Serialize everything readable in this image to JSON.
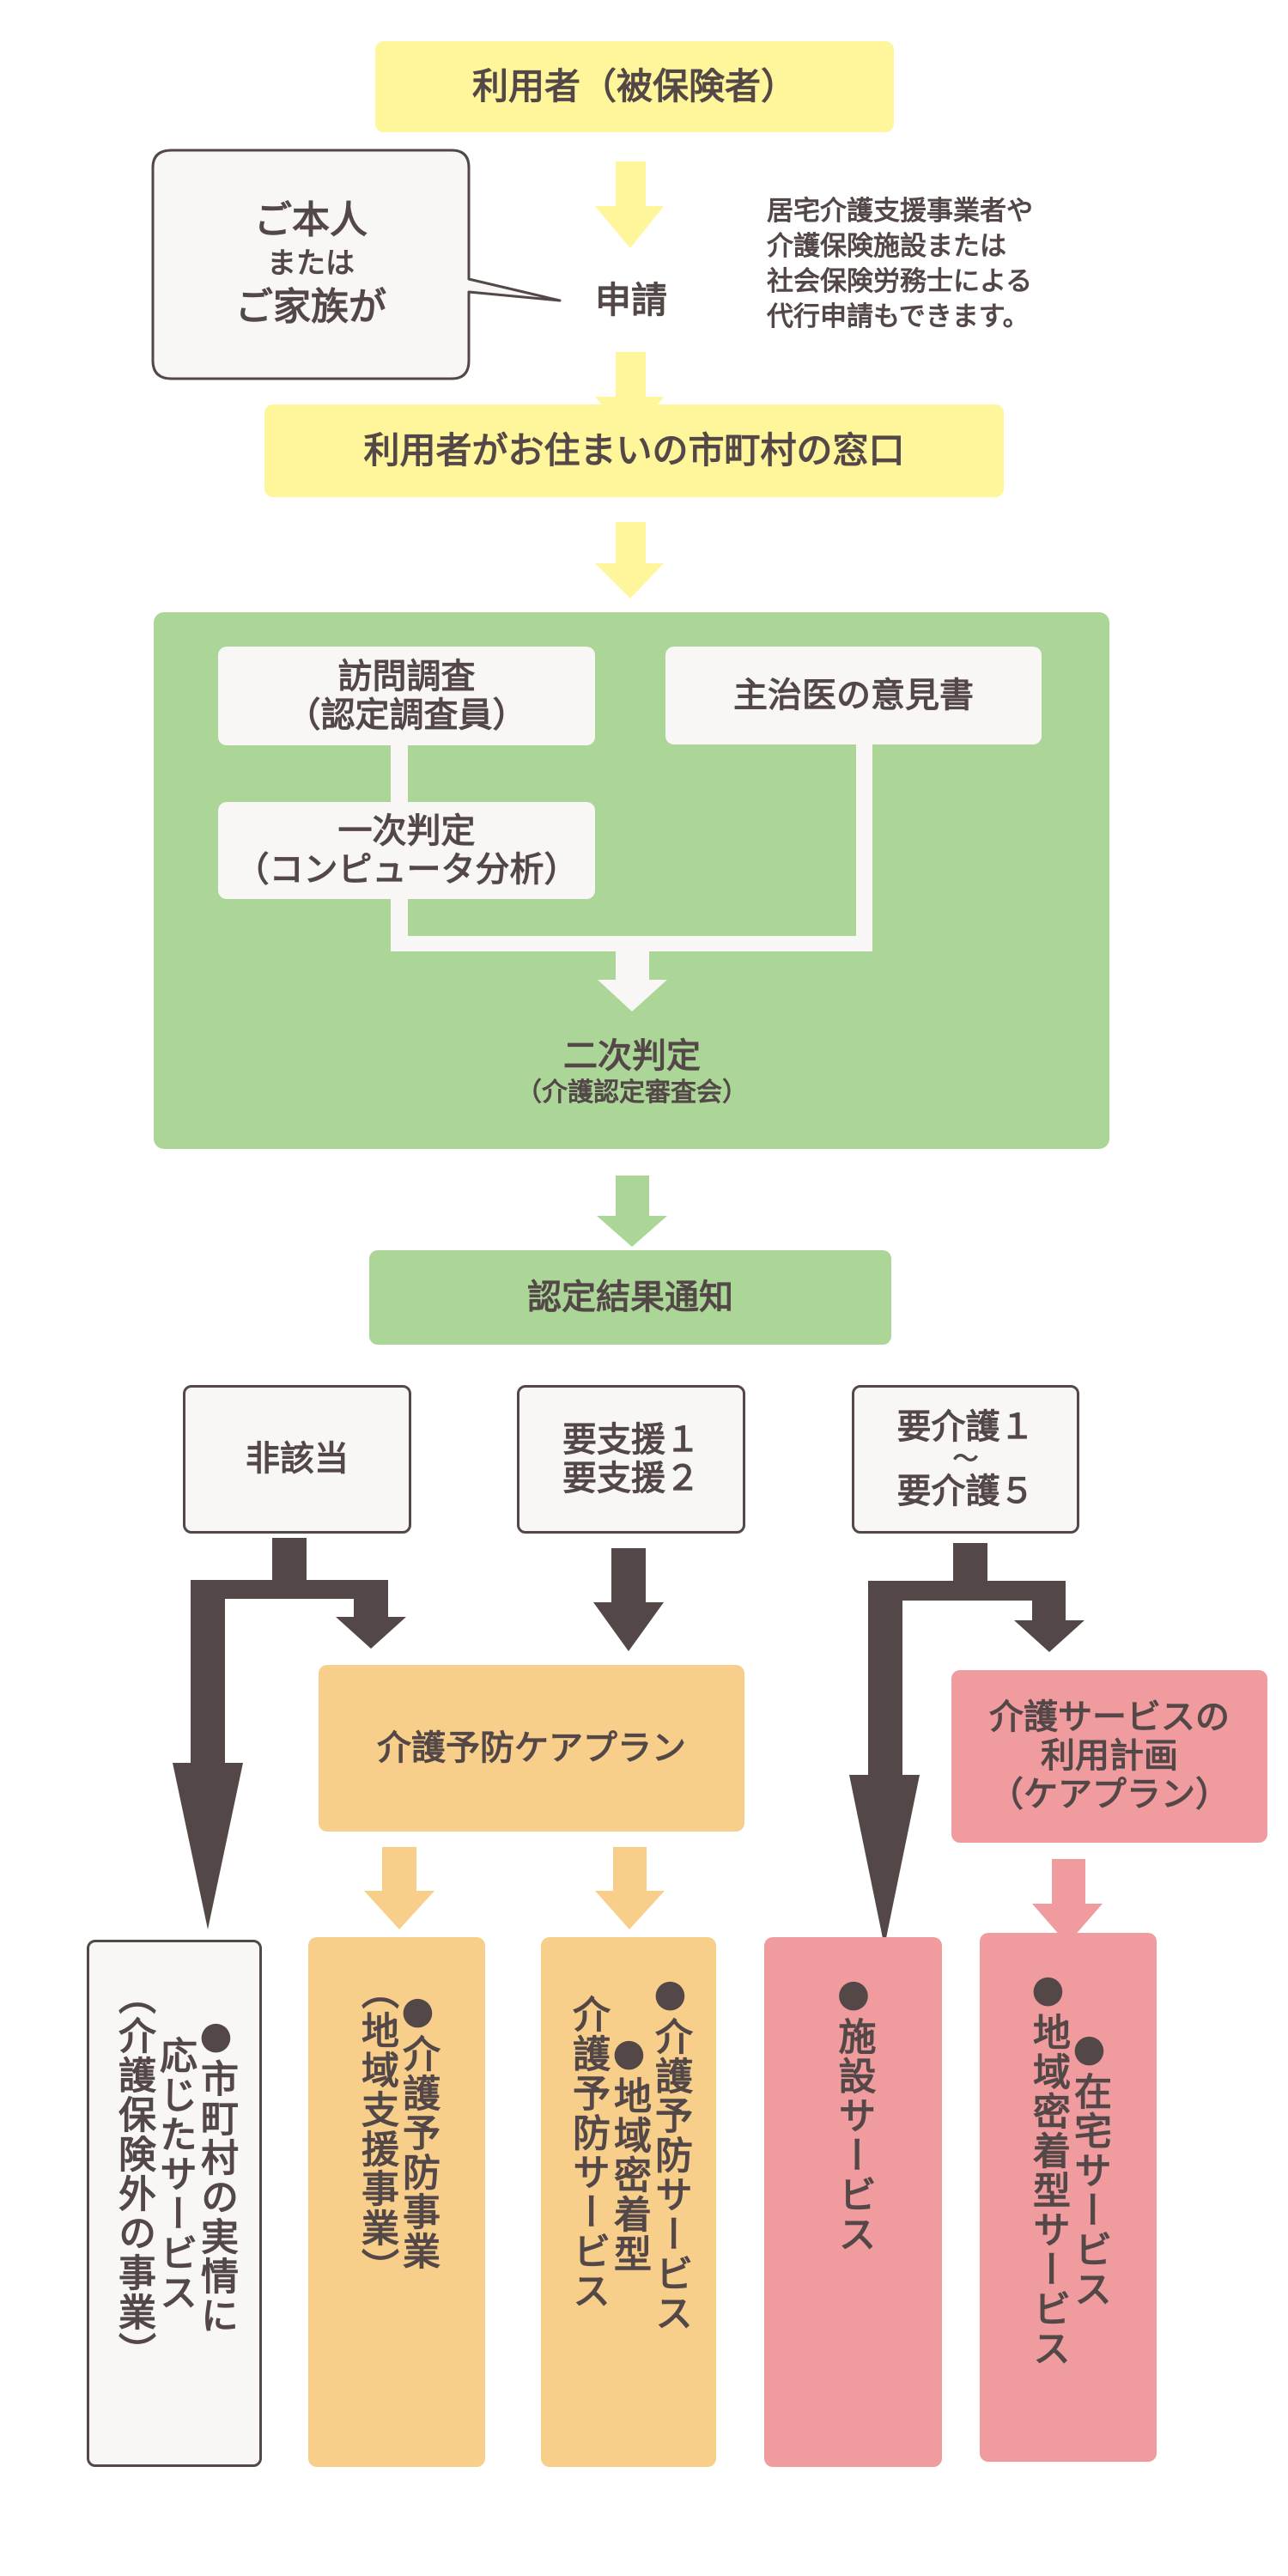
{
  "colors": {
    "text": "#534847",
    "yellow": "#FFF59A",
    "green": "#ACD598",
    "card": "#F8F7F5",
    "orange": "#F8CE8B",
    "pink": "#F09B9E",
    "dark_arrow": "#534847"
  },
  "application": {
    "user_box": "利用者（被保険者）",
    "bubble": {
      "line1": "ご本人",
      "line2": "または",
      "line3": "ご家族が"
    },
    "apply_label": "申請",
    "note_lines": [
      "居宅介護支援事業者や",
      "介護保険施設または",
      "社会保険労務士による",
      "代行申請もできます。"
    ],
    "window_box": "利用者がお住まいの市町村の窓口"
  },
  "assessment": {
    "visit_survey": {
      "line1": "訪問調査",
      "line2": "（認定調査員）"
    },
    "doctor_opinion": "主治医の意見書",
    "primary_judgment": {
      "line1": "一次判定",
      "line2": "（コンピュータ分析）"
    },
    "secondary_judgment": {
      "line1": "二次判定",
      "line2": "（介護認定審査会）"
    }
  },
  "result_notice": "認定結果通知",
  "results": {
    "not_applicable": "非該当",
    "support": {
      "line1": "要支援１",
      "line2": "要支援２"
    },
    "care": {
      "line1": "要介護１",
      "line2": "～",
      "line3": "要介護５"
    }
  },
  "plans": {
    "prevention_plan": "介護予防ケアプラン",
    "care_plan": {
      "line1": "介護サービスの",
      "line2": "利用計画",
      "line3": "（ケアプラン）"
    }
  },
  "services": [
    {
      "id": "municipal",
      "columns": [
        "●市町村の実情に",
        "応じたサービス",
        "（介護保険外の事業）"
      ]
    },
    {
      "id": "community-support",
      "columns": [
        "●介護予防事業",
        "（地域支援事業）"
      ]
    },
    {
      "id": "prevention-services",
      "columns": [
        "●介護予防サービス",
        "●地域密着型",
        "介護予防サービス"
      ]
    },
    {
      "id": "facility",
      "columns": [
        "●施設サービス"
      ]
    },
    {
      "id": "home-services",
      "columns": [
        "●在宅サービス",
        "●地域密着型サービス"
      ]
    }
  ]
}
